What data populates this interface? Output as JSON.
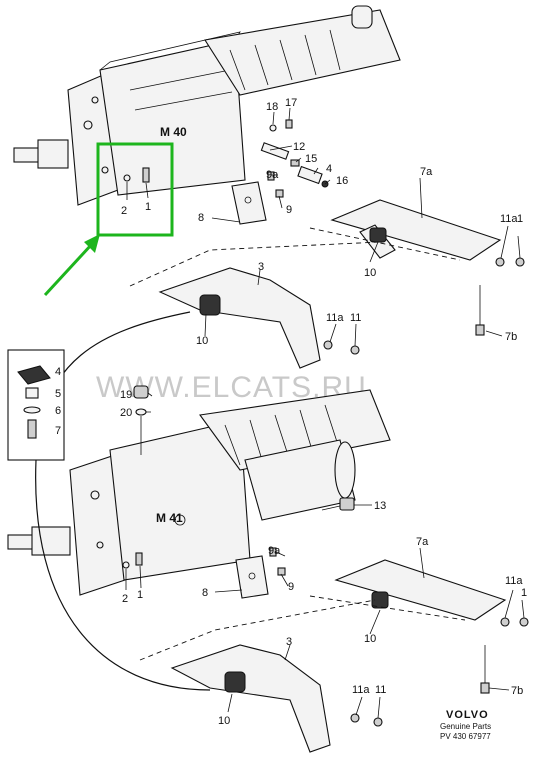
{
  "watermark": "WWW.ELCATS.RU",
  "highlight_color": "#1db51d",
  "top_section": {
    "model": "M 40",
    "callouts": [
      "18",
      "17",
      "12",
      "15",
      "4",
      "16",
      "9a",
      "9",
      "8",
      "7a",
      "11a",
      "1",
      "10",
      "3",
      "11a",
      "11",
      "10",
      "7b",
      "2",
      "1"
    ]
  },
  "bottom_section": {
    "model": "M 41",
    "callouts": [
      "19",
      "20",
      "13",
      "9a",
      "9",
      "8",
      "7a",
      "11a",
      "1",
      "10",
      "7b",
      "3",
      "11a",
      "11",
      "10",
      "2",
      "1"
    ]
  },
  "legend_items": [
    "4",
    "5",
    "6",
    "7"
  ],
  "footer": {
    "brand": "VOLVO",
    "subtitle": "Genuine Parts",
    "code": "PV 430 67977"
  }
}
